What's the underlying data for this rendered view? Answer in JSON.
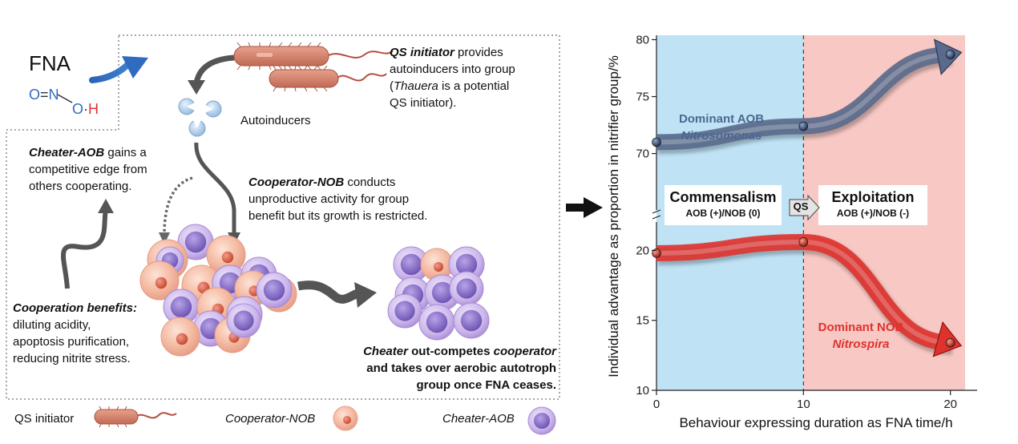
{
  "diagram": {
    "fna_label": "FNA",
    "molecule": {
      "o1": "O",
      "bond": "=",
      "n": "N",
      "o2": "O",
      "dot": "·",
      "h": "H"
    },
    "qs_text": {
      "lead": "QS initiator",
      "line1_rest": " provides",
      "line2": "autoinducers into group",
      "line3_open": "(",
      "line3_italic": "Thauera",
      "line3_rest": " is a potential",
      "line4": "QS initiator)."
    },
    "autoinducers_label": "Autoinducers",
    "cheater_text": {
      "lead": "Cheater-AOB",
      "line1_rest": " gains a",
      "line2": "competitive edge from",
      "line3": "others cooperating."
    },
    "cooperator_text": {
      "lead": "Cooperator-NOB",
      "line1_rest": " conducts",
      "line2": "unproductive activity for group",
      "line3": "benefit but its growth is restricted."
    },
    "benefits_text": {
      "lead": "Cooperation benefits:",
      "line2": "diluting acidity,",
      "line3": "apoptosis purification,",
      "line4": "reducing nitrite stress."
    },
    "outcome_text": {
      "lead": "Cheater",
      "line1_mid": " out-competes ",
      "line1_end": "cooperator",
      "line2": "and takes over aerobic autotroph",
      "line3": "group once FNA ceases."
    },
    "legend": {
      "qs": "QS initiator",
      "coop": "Cooperator-NOB",
      "cheat": "Cheater-AOB"
    }
  },
  "chart_data": {
    "type": "line",
    "xlabel": "Behaviour expressing duration as FNA time/h",
    "ylabel": "Individual advantage as proportion in nitrifier group/%",
    "x_ticks": [
      "0",
      "10",
      "20"
    ],
    "y_ticks_upper": [
      "70",
      "75",
      "80"
    ],
    "y_ticks_lower": [
      "10",
      "15",
      "20"
    ],
    "xlim": [
      0,
      21
    ],
    "ylim_upper": [
      68,
      80
    ],
    "ylim_lower": [
      10,
      21
    ],
    "series": [
      {
        "name": "Dominant AOB",
        "genus": "Nitrosomonas",
        "x": [
          0,
          10,
          20
        ],
        "y": [
          71.0,
          72.4,
          78.7
        ],
        "color": "#5a6a8c"
      },
      {
        "name": "Dominant NOB",
        "genus": "Nitrospira",
        "x": [
          0,
          10,
          20
        ],
        "y": [
          19.8,
          20.6,
          13.4
        ],
        "color": "#e0322d"
      }
    ],
    "regions": [
      {
        "label": "Commensalism",
        "sub": "AOB (+)/NOB (0)",
        "x": [
          0,
          10
        ],
        "color": "#bfe3f5"
      },
      {
        "label": "Exploitation",
        "sub": "AOB (+)/NOB (-)",
        "x": [
          10,
          21
        ],
        "color": "#f7c8c4"
      }
    ],
    "transition_label": "QS"
  }
}
